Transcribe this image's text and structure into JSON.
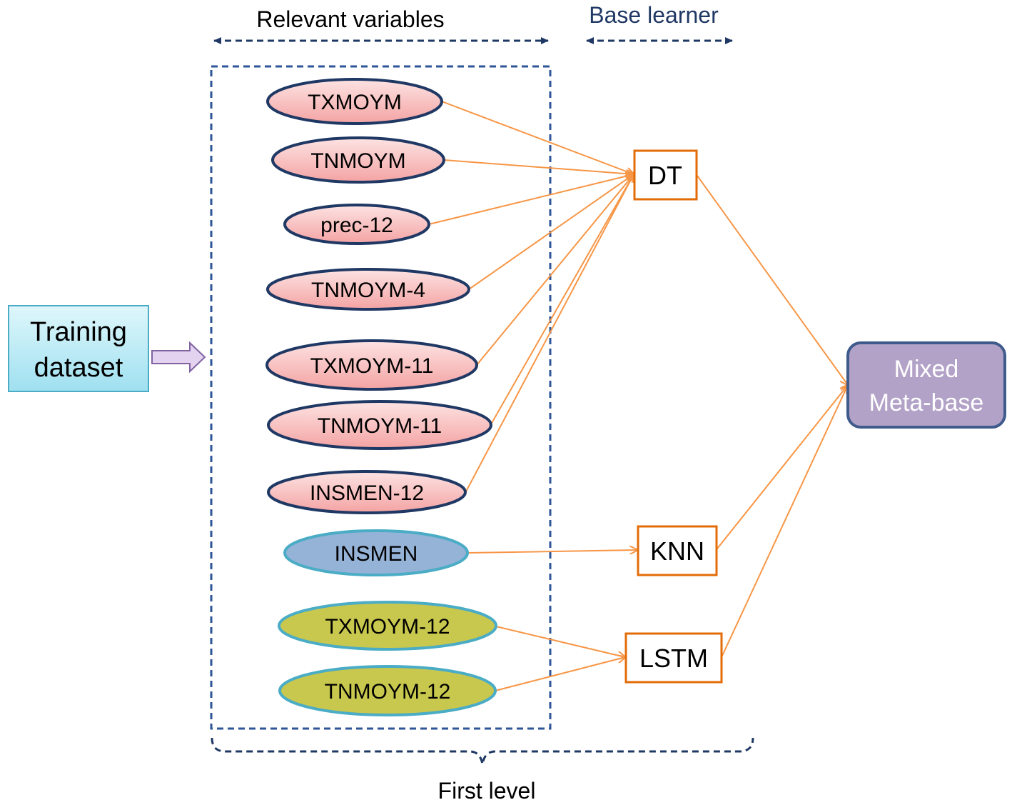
{
  "header": {
    "relevant_variables": "Relevant variables",
    "base_learner": "Base learner"
  },
  "input": {
    "label_line1": "Training",
    "label_line2": "dataset"
  },
  "variables": {
    "v1": "TXMOYM",
    "v2": "TNMOYM",
    "v3": "prec-12",
    "v4": "TNMOYM-4",
    "v5": "TXMOYM-11",
    "v6": "TNMOYM-11",
    "v7": "INSMEN-12",
    "v8": "INSMEN",
    "v9": "TXMOYM-12",
    "v10": "TNMOYM-12"
  },
  "learners": {
    "dt": "DT",
    "knn": "KNN",
    "lstm": "LSTM"
  },
  "output": {
    "label_line1": "Mixed",
    "label_line2": "Meta-base"
  },
  "footer": {
    "first_level": "First level"
  },
  "colors": {
    "navy": "#1f3864",
    "box_border": "#2e5597",
    "arrow_orange": "#f79646",
    "learner_border": "#e36c09",
    "pink_top": "#fde3e3",
    "pink_bottom": "#f4a3a3",
    "blue_fill": "#95b3d7",
    "olive_fill": "#c9c84e",
    "ellipse_teal_border": "#4bacc6",
    "training_fill_top": "#dff7fb",
    "training_fill_bottom": "#9fe0f0",
    "meta_fill": "#b3a2c7",
    "meta_border": "#3f5b8c",
    "input_arrow_fill": "#e4d3f0",
    "input_arrow_border": "#8064a2"
  }
}
